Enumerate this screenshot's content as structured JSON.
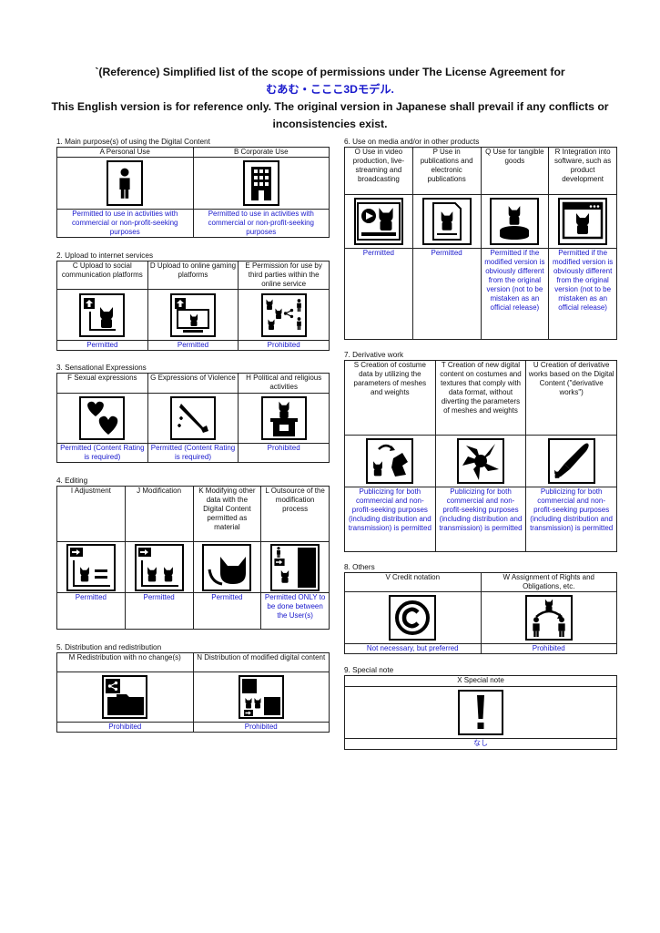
{
  "header": {
    "line1": "`(Reference) Simplified list of the scope of permissions under The License Agreement for",
    "line2": "むあむ・こここ3Dモデル.",
    "line3": "This English version is for reference only. The original version in Japanese shall prevail if any conflicts or",
    "line4": "inconsistencies exist."
  },
  "s1": {
    "title": "1. Main purpose(s) of using the Digital Content",
    "items": [
      {
        "label": "A Personal Use",
        "status": "Permitted to use in activities with commercial or non-profit-seeking purposes",
        "icon": "person-icon"
      },
      {
        "label": "B  Corporate Use",
        "status": "Permitted to use in activities with commercial or non-profit-seeking purposes",
        "icon": "building-icon"
      }
    ]
  },
  "s2": {
    "title": "2. Upload to internet services",
    "items": [
      {
        "label": "C Upload to social communication platforms",
        "status": "Permitted",
        "icon": "upload-social-icon"
      },
      {
        "label": "D Upload to online gaming platforms",
        "status": "Permitted",
        "icon": "game-monitor-icon"
      },
      {
        "label": "E Permission for use by third parties within the online service",
        "status": "Prohibited",
        "icon": "share-users-icon"
      }
    ]
  },
  "s3": {
    "title": "3. Sensational Expressions",
    "items": [
      {
        "label": "F Sexual expressions",
        "status": "Permitted (Content Rating is required)",
        "icon": "hearts-icon"
      },
      {
        "label": "G Expressions of Violence",
        "status": "Permitted (Content Rating is required)",
        "icon": "knife-icon"
      },
      {
        "label": "H Political and religious activities",
        "status": "Prohibited",
        "icon": "podium-icon"
      }
    ]
  },
  "s4": {
    "title": "4. Editing",
    "items": [
      {
        "label": "I Adjustment",
        "status": "Permitted",
        "icon": "adjust-icon"
      },
      {
        "label": "J Modification",
        "status": "Permitted",
        "icon": "modify-icon"
      },
      {
        "label": "K Modifying other data with the Digital Content permitted as material",
        "status": "Permitted",
        "icon": "material-icon"
      },
      {
        "label": "L Outsource of the modification process",
        "status": "Permitted ONLY to be done between the User(s)",
        "icon": "outsource-icon"
      }
    ]
  },
  "s5": {
    "title": "5. Distribution and redistribution",
    "items": [
      {
        "label": "M Redistribution with no change(s)",
        "status": "Prohibited",
        "icon": "redistribute-icon"
      },
      {
        "label": "N Distribution of modified digital content",
        "status": "Prohibited",
        "icon": "distribute-modified-icon"
      }
    ]
  },
  "s6": {
    "title": "6. Use on media and/or in other products",
    "items": [
      {
        "label": "O Use in video production, live-streaming and broadcasting",
        "status": "Permitted",
        "icon": "video-icon"
      },
      {
        "label": "P Use in publications and electronic publications",
        "status": "Permitted",
        "icon": "publication-icon"
      },
      {
        "label": "Q Use for tangible goods",
        "status": "Permitted if the modified version is obviously different from the original version (not to be mistaken as an official release)",
        "icon": "figure-icon"
      },
      {
        "label": "R Integration into software, such as product development",
        "status": "Permitted if the modified version is obviously different from the original version (not to be mistaken as an official release)",
        "icon": "software-icon"
      }
    ]
  },
  "s7": {
    "title": "7. Derivative work",
    "items": [
      {
        "label": "S Creation of costume data by utilizing the parameters of meshes and weights",
        "status": "Publicizing for both commercial and non-profit-seeking purposes (including distribution and transmission) is permitted",
        "icon": "costume-icon"
      },
      {
        "label": "T Creation of new digital content on costumes and textures that comply with data format, without diverting the parameters of meshes and weights",
        "status": "Publicizing for both commercial and non-profit-seeking purposes (including distribution and transmission) is permitted",
        "icon": "texture-icon"
      },
      {
        "label": "U Creation of derivative works based on the Digital Content (\"derivative works\")",
        "status": "Publicizing for both commercial and non-profit-seeking purposes (including distribution and transmission) is permitted",
        "icon": "pen-icon"
      }
    ]
  },
  "s8": {
    "title": "8. Others",
    "items": [
      {
        "label": "V Credit notation",
        "status": "Not necessary, but preferred",
        "icon": "copyright-icon"
      },
      {
        "label": "W Assignment of Rights and Obligations, etc.",
        "status": "Prohibited",
        "icon": "assign-icon"
      }
    ]
  },
  "s9": {
    "title": "9. Special note",
    "label": "X Special note",
    "status": "なし",
    "icon": "exclamation-icon"
  },
  "colors": {
    "status": "#1818cc",
    "icon": "#000000"
  }
}
